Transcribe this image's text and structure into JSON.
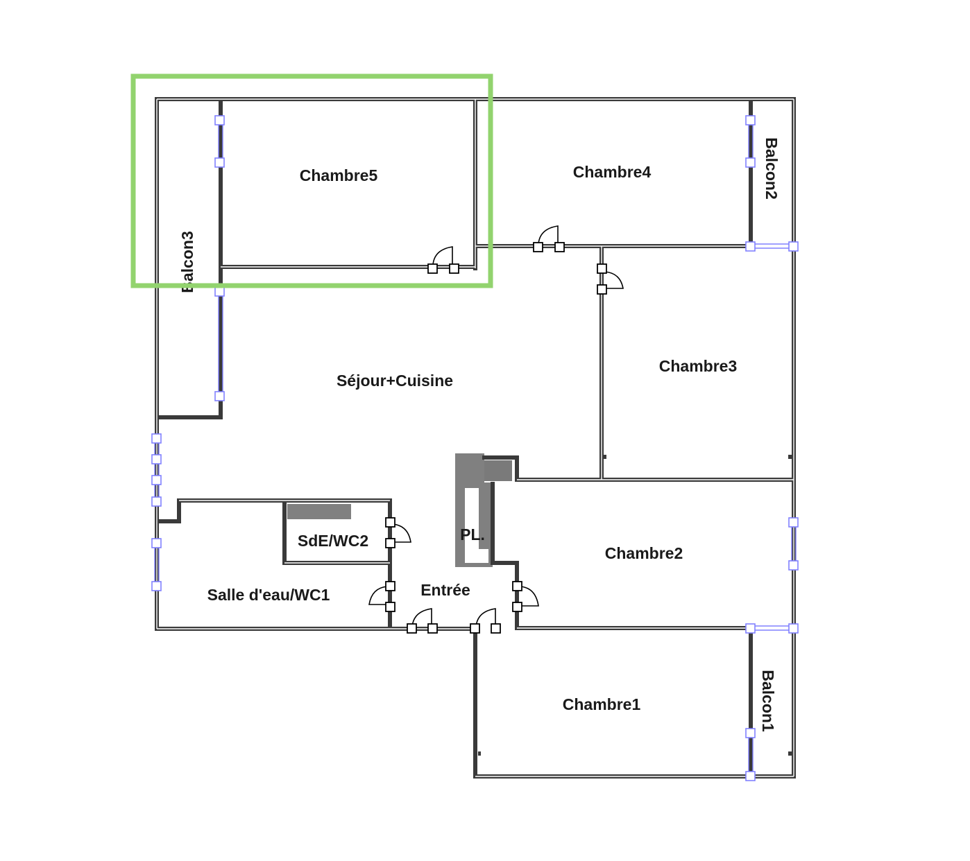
{
  "plan": {
    "rooms": {
      "chambre5": "Chambre5",
      "chambre4": "Chambre4",
      "chambre3": "Chambre3",
      "chambre2": "Chambre2",
      "chambre1": "Chambre1",
      "sejour": "Séjour+Cuisine",
      "sde_wc2": "SdE/WC2",
      "salle_eau_wc1": "Salle d'eau/WC1",
      "entree": "Entrée",
      "placard": "PL.",
      "balcon1": "Balcon1",
      "balcon2": "Balcon2",
      "balcon3": "Balcon3"
    },
    "colors": {
      "wall": "#3a3a3a",
      "window": "#8080ff",
      "highlight": "#92d36e",
      "fill_grey": "#808080"
    }
  }
}
